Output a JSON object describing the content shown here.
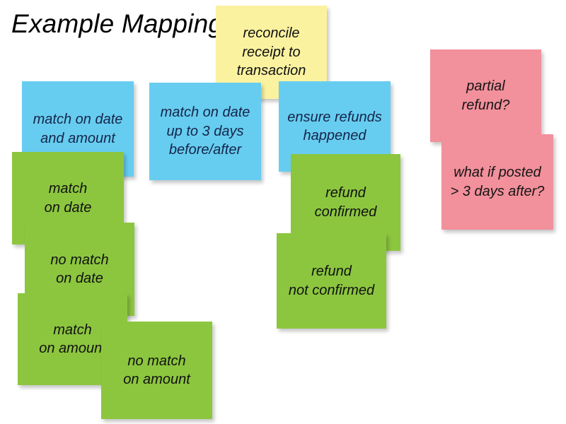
{
  "title": "Example Mapping",
  "palette": {
    "background": "#ffffff",
    "story_yellow": "#fbf2a0",
    "rule_blue": "#67cdf0",
    "example_green": "#8cc63f",
    "question_pink": "#f2909b",
    "title_text": "#000000",
    "blue_card_text": "#15254a",
    "card_text": "#111111"
  },
  "cards": {
    "story": {
      "kind": "story",
      "color": "#fbf2a0",
      "text": "reconcile\nreceipt to\ntransaction"
    },
    "rules": [
      {
        "kind": "rule",
        "color": "#67cdf0",
        "text": "match on date\nand amount"
      },
      {
        "kind": "rule",
        "color": "#67cdf0",
        "text": "match on date\nup to 3 days\nbefore/after"
      },
      {
        "kind": "rule",
        "color": "#67cdf0",
        "text": "ensure refunds\nhappened"
      }
    ],
    "examples": [
      {
        "kind": "example",
        "color": "#8cc63f",
        "text": "match\non date"
      },
      {
        "kind": "example",
        "color": "#8cc63f",
        "text": "no match\non date"
      },
      {
        "kind": "example",
        "color": "#8cc63f",
        "text": "match\non amount"
      },
      {
        "kind": "example",
        "color": "#8cc63f",
        "text": "no match\non amount"
      },
      {
        "kind": "example",
        "color": "#8cc63f",
        "text": "refund\nconfirmed"
      },
      {
        "kind": "example",
        "color": "#8cc63f",
        "text": "refund\nnot confirmed"
      }
    ],
    "questions": [
      {
        "kind": "question",
        "color": "#f2909b",
        "text": "partial\nrefund?"
      },
      {
        "kind": "question",
        "color": "#f2909b",
        "text": "what if posted\n> 3 days after?"
      }
    ]
  }
}
